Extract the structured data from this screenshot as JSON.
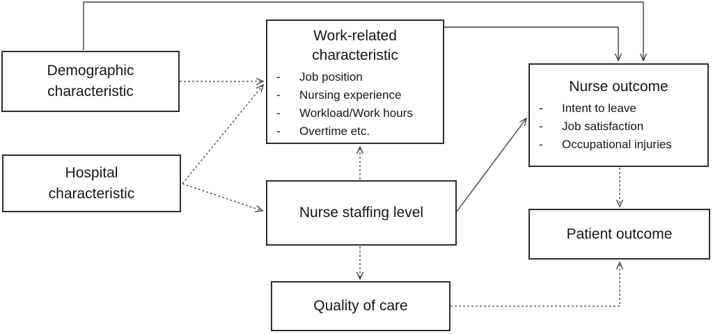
{
  "diagram": {
    "background": "#ffffff",
    "line_color": "#3f3f3f",
    "border_color": "#2d2d2d",
    "text_color": "#161616",
    "bullet": "-",
    "nodes": {
      "demographic": {
        "label": "Demographic\ncharacteristic"
      },
      "hospital": {
        "label": "Hospital\ncharacteristic"
      },
      "work_related": {
        "title": "Work-related\ncharacteristic",
        "items": [
          "Job position",
          "Nursing experience",
          "Workload/Work hours",
          "Overtime etc."
        ]
      },
      "nurse_staffing": {
        "label": "Nurse staffing level"
      },
      "quality_of_care": {
        "label": "Quality of care"
      },
      "nurse_outcome": {
        "title": "Nurse outcome",
        "items": [
          "Intent to leave",
          "Job satisfaction",
          "Occupational injuries"
        ]
      },
      "patient_outcome": {
        "label": "Patient outcome"
      }
    },
    "edges": [
      {
        "from": "demographic",
        "to": "nurse_outcome",
        "style": "solid"
      },
      {
        "from": "work_related",
        "to": "nurse_outcome",
        "style": "solid"
      },
      {
        "from": "nurse_staffing",
        "to": "nurse_outcome",
        "style": "solid"
      },
      {
        "from": "demographic",
        "to": "work_related",
        "style": "dashed"
      },
      {
        "from": "hospital",
        "to": "work_related",
        "style": "dashed"
      },
      {
        "from": "hospital",
        "to": "nurse_staffing",
        "style": "dashed"
      },
      {
        "from": "nurse_staffing",
        "to": "work_related",
        "style": "dashed"
      },
      {
        "from": "nurse_staffing",
        "to": "quality_of_care",
        "style": "dashed"
      },
      {
        "from": "nurse_outcome",
        "to": "patient_outcome",
        "style": "dashed"
      },
      {
        "from": "quality_of_care",
        "to": "patient_outcome",
        "style": "dashed"
      }
    ]
  }
}
